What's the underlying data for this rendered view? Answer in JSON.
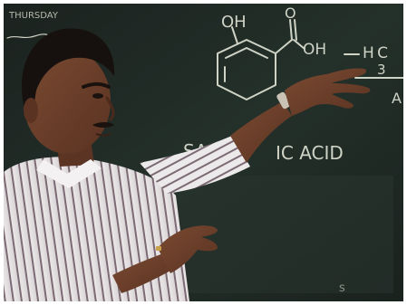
{
  "photo": {
    "subject": "lecturer-at-chalkboard",
    "chalk_texts": {
      "corner": "THURSDAY",
      "corner_sub": "~~~",
      "oh_top": "OH",
      "o_top": "O",
      "oh_right": "OH",
      "h3c": "H C",
      "three": "3",
      "a_right": "A",
      "acid_left": "SA",
      "acid_right": "IC ACID",
      "small_s": "s"
    }
  },
  "colors": {
    "board": "#1e2823",
    "chalk": "#cfd3c6",
    "skin": "#6b3f2a",
    "hair": "#16110e",
    "shirt": "#e9e6e4",
    "stripe": "#7c6a74"
  }
}
